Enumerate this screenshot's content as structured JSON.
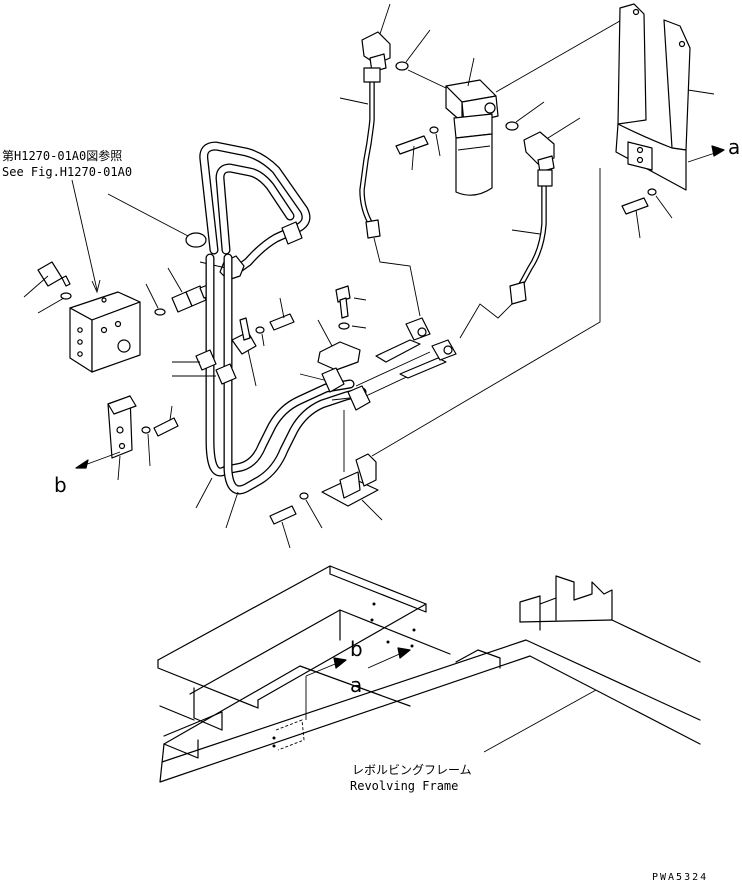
{
  "reference_note": {
    "japanese": "第H1270-01A0図参照",
    "english": "See Fig.H1270-01A0"
  },
  "frame_label": {
    "japanese": "レボルビングフレーム",
    "english": "Revolving Frame"
  },
  "view_markers": {
    "a_upper": "a",
    "b_upper": "b",
    "a_frame": "a",
    "b_frame": "b"
  },
  "drawing_code": "PWA5324"
}
